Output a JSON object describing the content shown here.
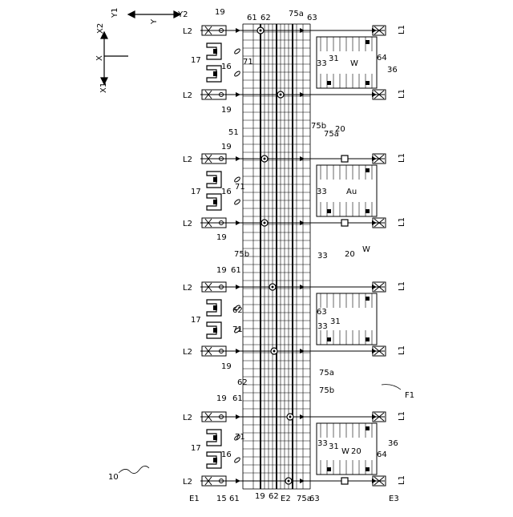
{
  "axes": {
    "y1": "Y1",
    "y": "Y",
    "y2": "Y2",
    "x2": "X2",
    "x": "X",
    "x1": "X1"
  },
  "system_ref": "10",
  "floor_ref": "F1",
  "lane_left": "L2",
  "lane_right": "L1",
  "edge_refs": [
    "E1",
    "E2",
    "E3"
  ],
  "refs": {
    "r15": "15",
    "r16": "16",
    "r17": "17",
    "r19": "19",
    "r20": "20",
    "r31": "31",
    "r33": "33",
    "r36": "36",
    "r51": "51",
    "r61": "61",
    "r62": "62",
    "r63": "63",
    "r64": "64",
    "r71": "71",
    "r75a": "75a",
    "r75b": "75b",
    "w": "W",
    "au": "Au"
  }
}
